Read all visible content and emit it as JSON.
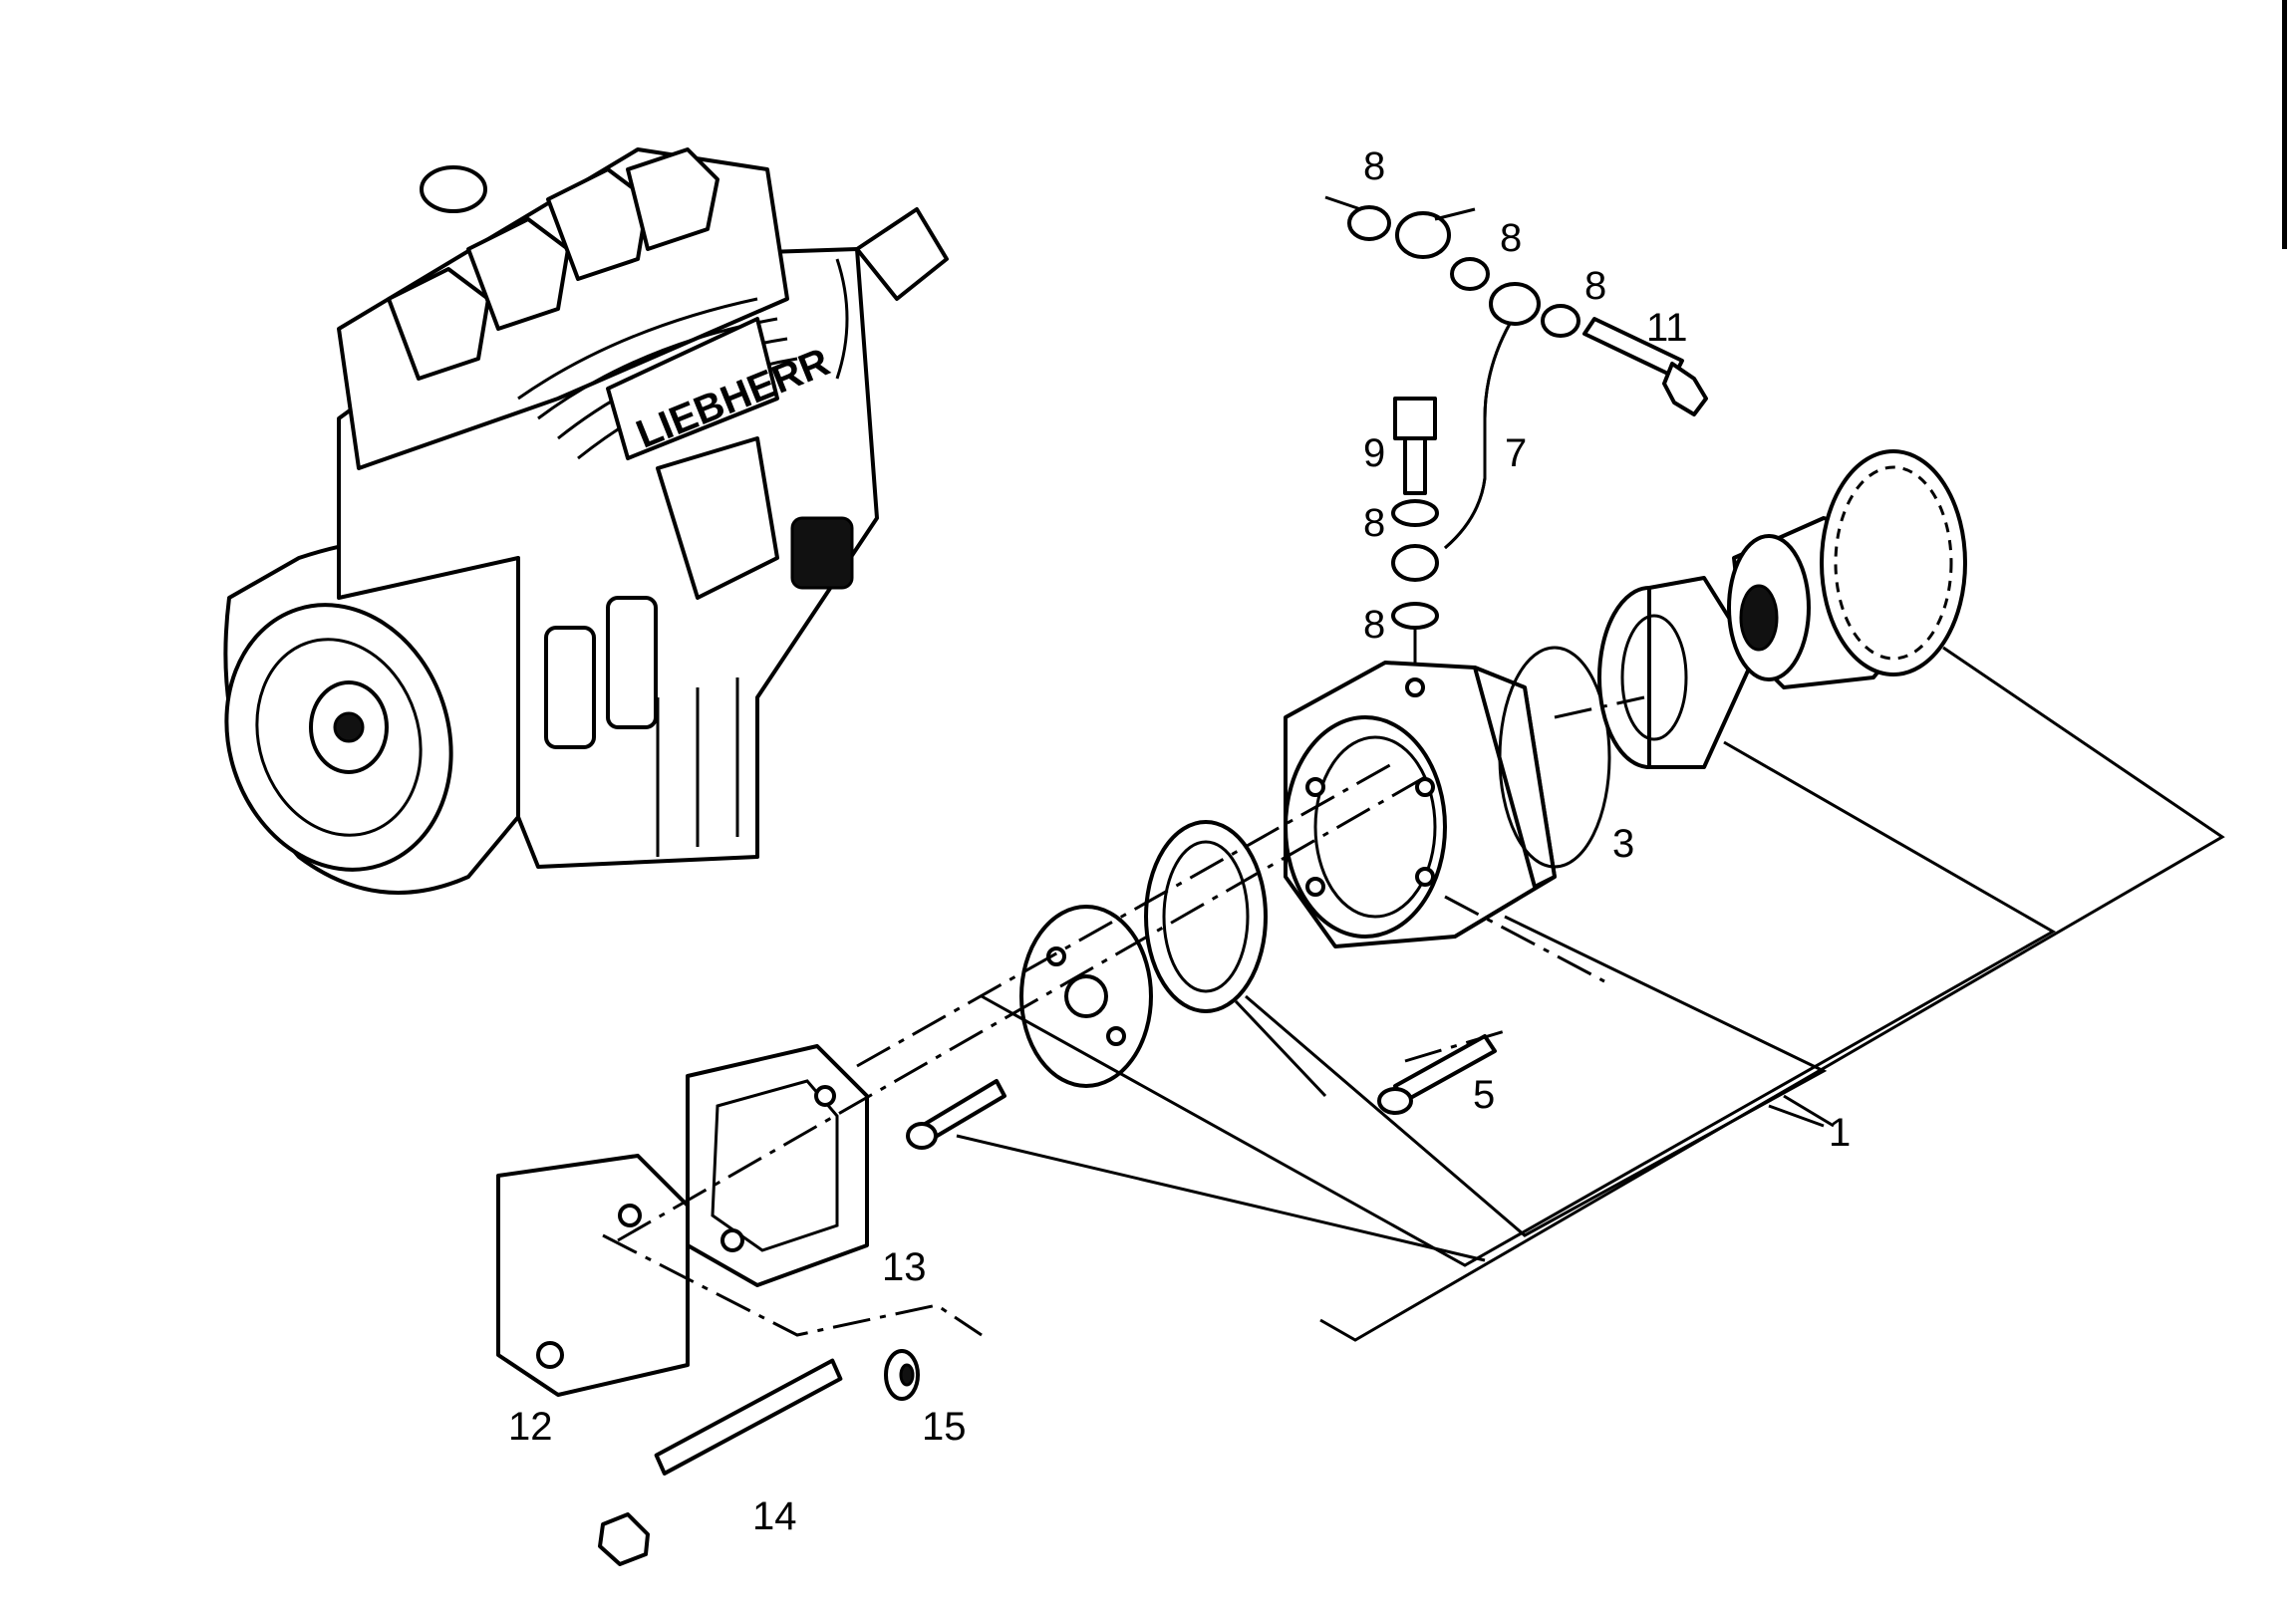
{
  "diagram": {
    "callouts": [
      {
        "id": "c1",
        "label": "1"
      },
      {
        "id": "c3",
        "label": "3"
      },
      {
        "id": "c5",
        "label": "5"
      },
      {
        "id": "c7",
        "label": "7"
      },
      {
        "id": "c8a",
        "label": "8"
      },
      {
        "id": "c8b",
        "label": "8"
      },
      {
        "id": "c8c",
        "label": "8"
      },
      {
        "id": "c8d",
        "label": "8"
      },
      {
        "id": "c8e",
        "label": "8"
      },
      {
        "id": "c9",
        "label": "9"
      },
      {
        "id": "c11",
        "label": "11"
      },
      {
        "id": "c12",
        "label": "12"
      },
      {
        "id": "c13",
        "label": "13"
      },
      {
        "id": "c14",
        "label": "14"
      },
      {
        "id": "c15",
        "label": "15"
      }
    ],
    "engine_logo_text": "LIEBHERR"
  }
}
